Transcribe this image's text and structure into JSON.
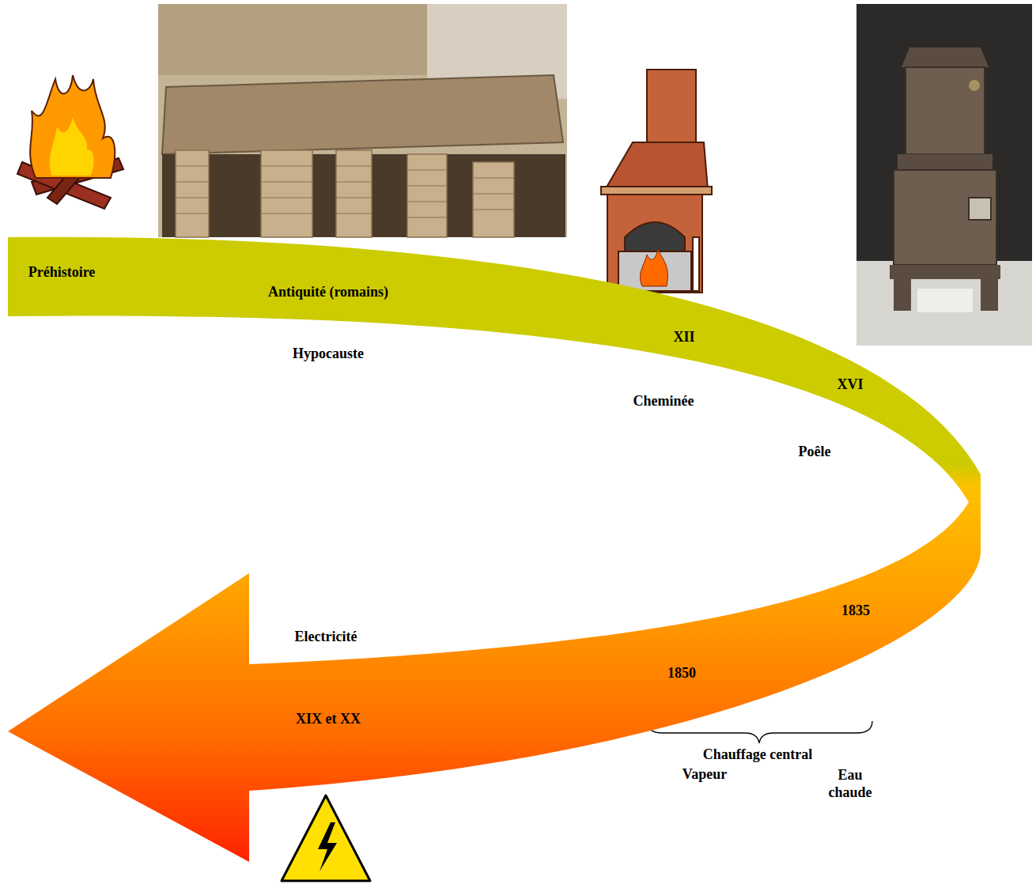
{
  "diagram": {
    "nodes": [
      {
        "text": [
          "Préhistoire",
          "Antiquité (romains)",
          "XII",
          "XVI",
          "1835",
          "1850",
          "XIX et XX"
        ]
      }
    ],
    "labels": [
      "Hypocauste",
      "Cheminée",
      "Poêle",
      "Electricité",
      "Chauffage central",
      "Vapeur",
      "Eau chaude"
    ]
  }
}
